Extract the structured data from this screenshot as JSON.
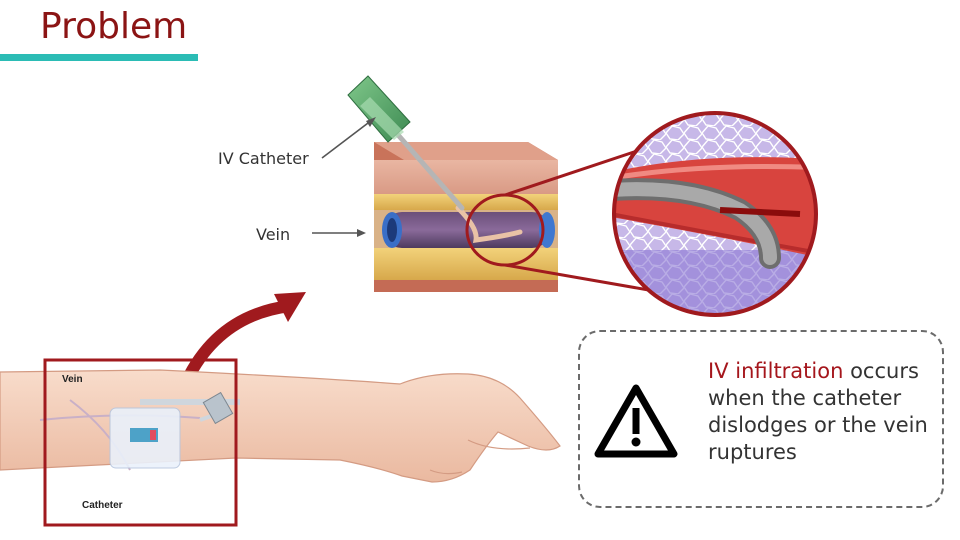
{
  "slide": {
    "title": "Problem"
  },
  "labels": {
    "iv_catheter": "IV Catheter",
    "vein": "Vein"
  },
  "arm_labels": {
    "vein": "Vein",
    "catheter": "Catheter"
  },
  "info": {
    "highlight": "IV infiltration",
    "text": " occurs when the catheter dislodges or the vein ruptures"
  },
  "colors": {
    "title": "#8b1414",
    "accent_bar": "#2bbcb5",
    "highlight": "#a5161c",
    "frame": "#a01a1e"
  },
  "icons": {
    "warning": "warning-triangle-icon"
  }
}
